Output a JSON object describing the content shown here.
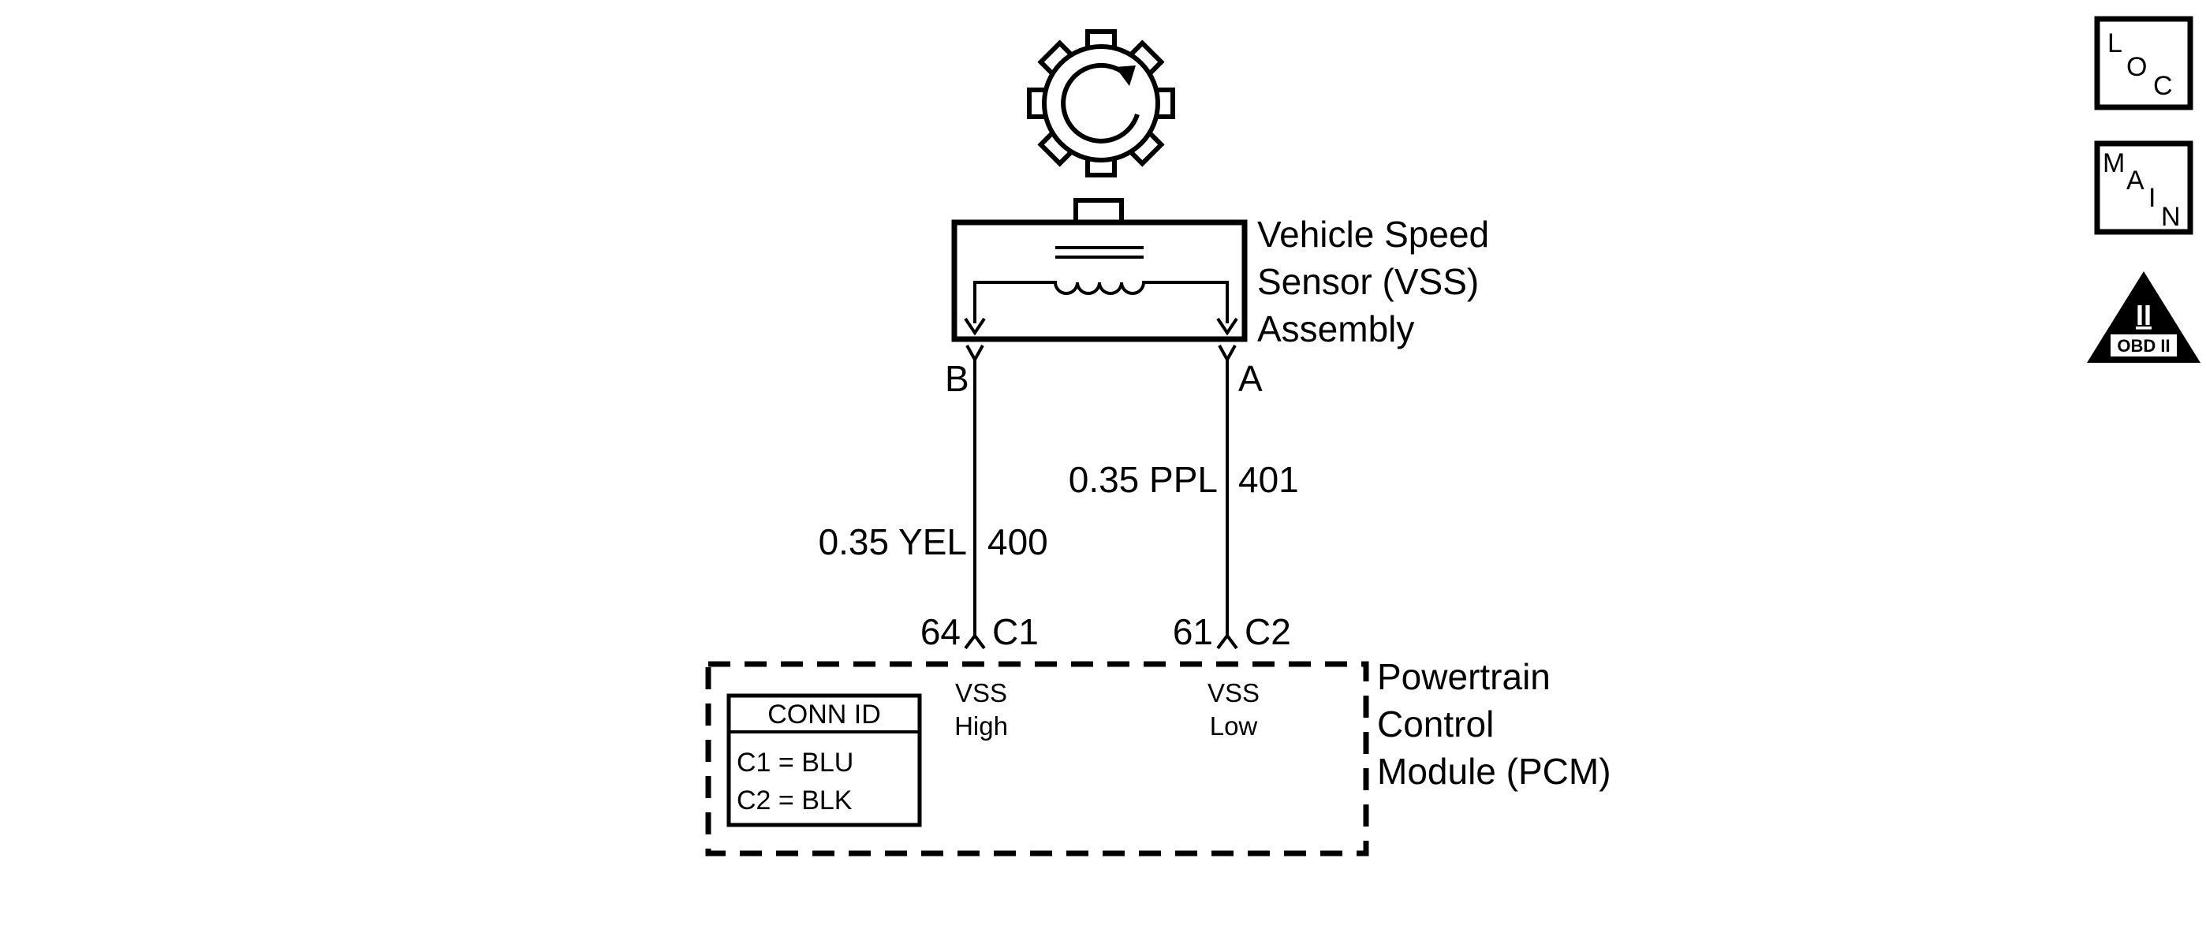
{
  "sensor": {
    "name_line1": "Vehicle Speed",
    "name_line2": "Sensor (VSS)",
    "name_line3": "Assembly",
    "terminal_b": "B",
    "terminal_a": "A"
  },
  "wires": {
    "left_gauge_color": "0.35 YEL",
    "left_circuit": "400",
    "right_gauge_color": "0.35 PPL",
    "right_circuit": "401"
  },
  "pcm": {
    "pin_left": "64",
    "conn_left": "C1",
    "pin_right": "61",
    "conn_right": "C2",
    "signal_left_line1": "VSS",
    "signal_left_line2": "High",
    "signal_right_line1": "VSS",
    "signal_right_line2": "Low",
    "name_line1": "Powertrain",
    "name_line2": "Control",
    "name_line3": "Module (PCM)"
  },
  "conn_id_table": {
    "header": "CONN ID",
    "row1": "C1 = BLU",
    "row2": "C2 = BLK"
  },
  "nav_icons": [
    {
      "name": "loc-icon",
      "letters": [
        "L",
        "O",
        "C"
      ]
    },
    {
      "name": "main-icon",
      "letters": [
        "M",
        "A",
        "I",
        "N"
      ]
    },
    {
      "name": "obd-ii-icon",
      "numeral": "II",
      "label": "OBD II"
    }
  ]
}
